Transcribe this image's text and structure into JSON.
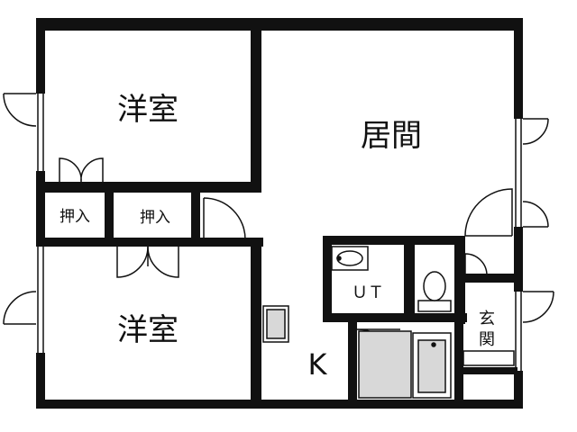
{
  "rooms": {
    "western_room_top": "洋室",
    "living_room": "居間",
    "closet_left": "押入",
    "closet_center": "押入",
    "western_room_bottom": "洋室",
    "unit_bath": "ＵＴ",
    "kitchen": "K",
    "entrance_line1": "玄",
    "entrance_line2": "関"
  },
  "colors": {
    "wall": "#111111",
    "fixture_fill": "#d8d8d8"
  }
}
